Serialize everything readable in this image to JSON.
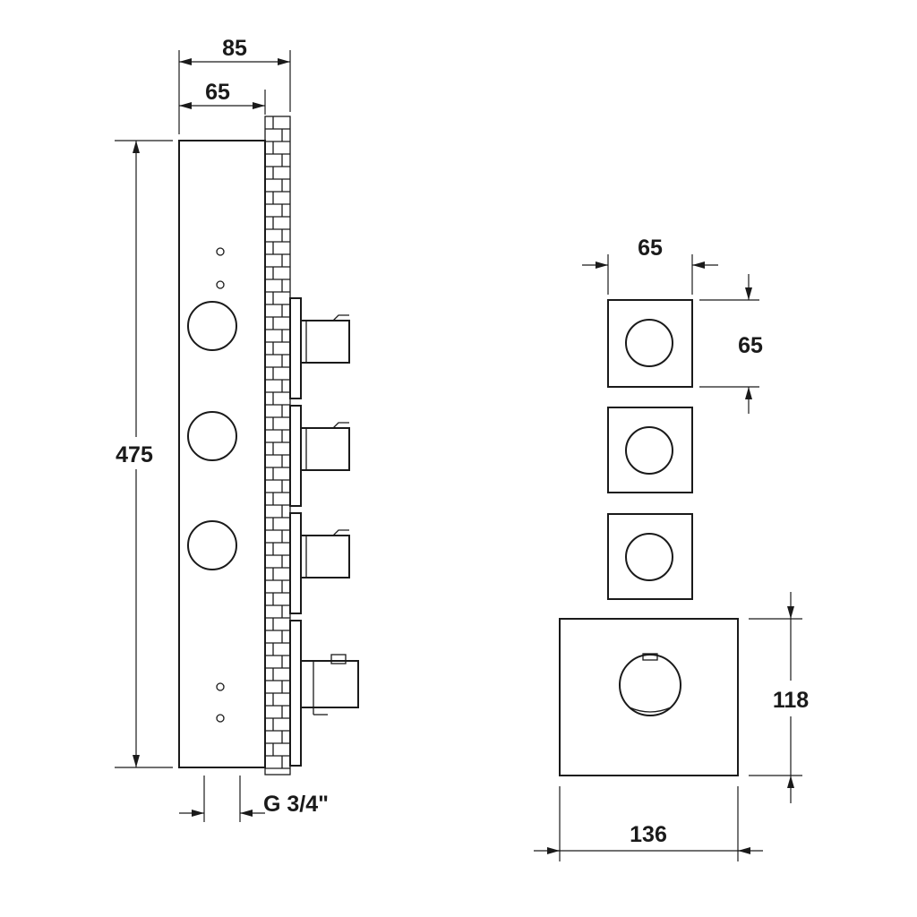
{
  "dimensions": {
    "side_total_depth": "85",
    "side_plate_depth": "65",
    "side_height": "475",
    "connection_thread": "G 3/4\"",
    "knob_plate_width": "65",
    "knob_plate_height": "65",
    "main_plate_width": "136",
    "main_plate_height": "118"
  }
}
